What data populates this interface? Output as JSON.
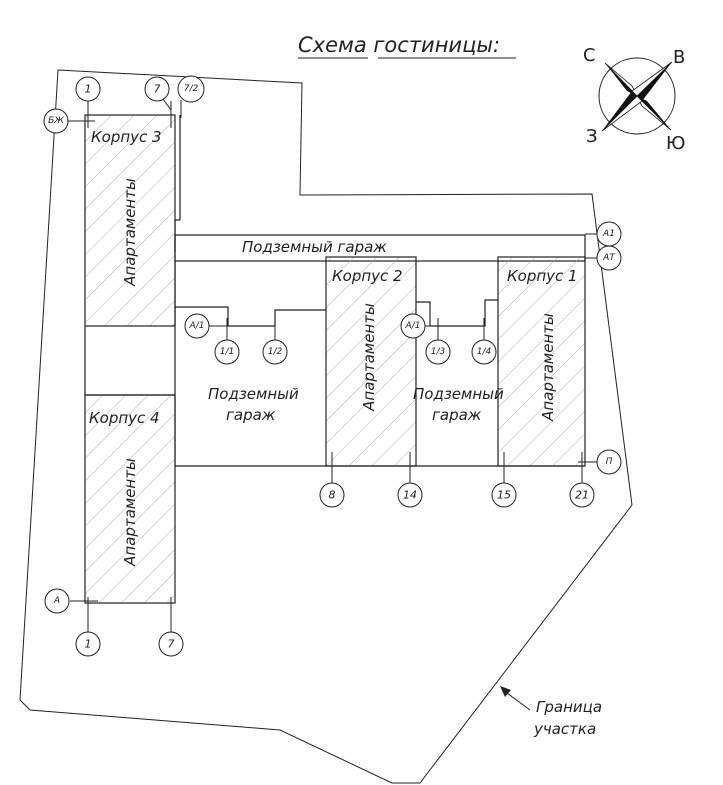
{
  "title": "Схема гостиницы:",
  "compass": {
    "north": "С",
    "east": "В",
    "west": "З",
    "south": "Ю"
  },
  "buildings": [
    {
      "id": "k3",
      "name": "Корпус 3",
      "use": "Апартаменты"
    },
    {
      "id": "k4",
      "name": "Корпус 4",
      "use": "Апартаменты"
    },
    {
      "id": "k2",
      "name": "Корпус 2",
      "use": "Апартаменты"
    },
    {
      "id": "k1",
      "name": "Корпус 1",
      "use": "Апартаменты"
    }
  ],
  "garages": {
    "top": "Подземный гараж",
    "left": [
      "Подземный",
      "гараж"
    ],
    "right": [
      "Подземный",
      "гараж"
    ]
  },
  "boundary_label": [
    "Граница",
    "участка"
  ],
  "axes": {
    "top_1": "1",
    "top_7": "7",
    "top_7_2": "7/2",
    "bzh": "БЖ",
    "a": "А",
    "a1": "А1",
    "at": "АТ",
    "p": "П",
    "bot_1": "1",
    "bot_7": "7",
    "b8": "8",
    "b14": "14",
    "b15": "15",
    "b21": "21",
    "a1_left": "А/1",
    "a1_right": "А/1",
    "r1_1": "1/1",
    "r1_2": "1/2",
    "r1_3": "1/3",
    "r1_4": "1/4"
  }
}
